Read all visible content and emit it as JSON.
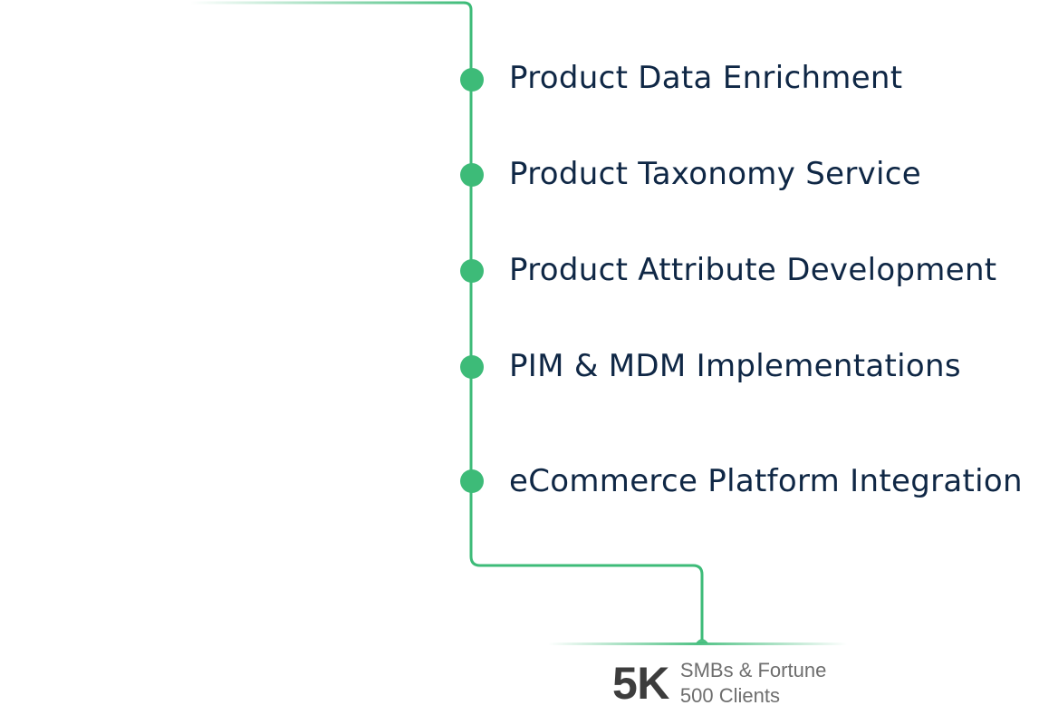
{
  "accent_color": "#3dbb78",
  "services": [
    "Product Data Enrichment",
    "Product Taxonomy Service",
    "Product Attribute Development",
    "PIM & MDM Implementations",
    "eCommerce Platform Integration"
  ],
  "stat": {
    "value": "5K",
    "caption_line1": "SMBs & Fortune",
    "caption_line2": "500 Clients"
  }
}
